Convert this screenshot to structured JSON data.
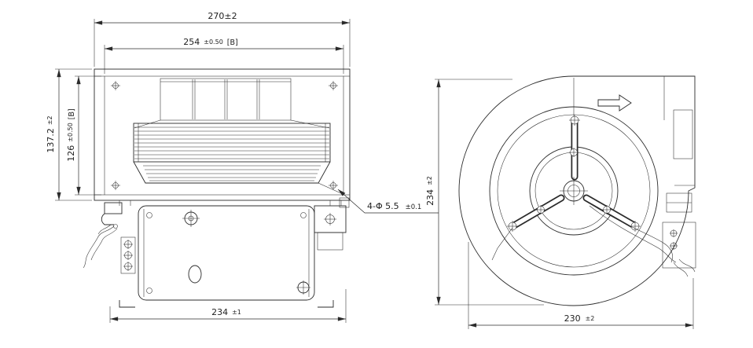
{
  "meta": {
    "type": "engineering-dimension-drawing",
    "line_color": "#2b2b2b",
    "background_color": "#ffffff"
  },
  "front_view": {
    "dim_width_outer": {
      "value": "270±2"
    },
    "dim_width_inner": {
      "value": "254",
      "tol": "±0.50",
      "ref": "[B]"
    },
    "dim_height_outer": {
      "value": "137.2",
      "tol": "±2"
    },
    "dim_height_inner": {
      "value": "126",
      "tol": "±0.50",
      "ref": "[B]"
    },
    "dim_base_width": {
      "value": "234",
      "tol": "±1"
    },
    "hole_callout": {
      "value": "4-Φ 5.5",
      "tol": "±0.1"
    }
  },
  "side_view": {
    "dim_height": {
      "value": "234",
      "tol": "±2"
    },
    "dim_width": {
      "value": "230",
      "tol": "±2"
    },
    "airflow_direction": "right"
  }
}
